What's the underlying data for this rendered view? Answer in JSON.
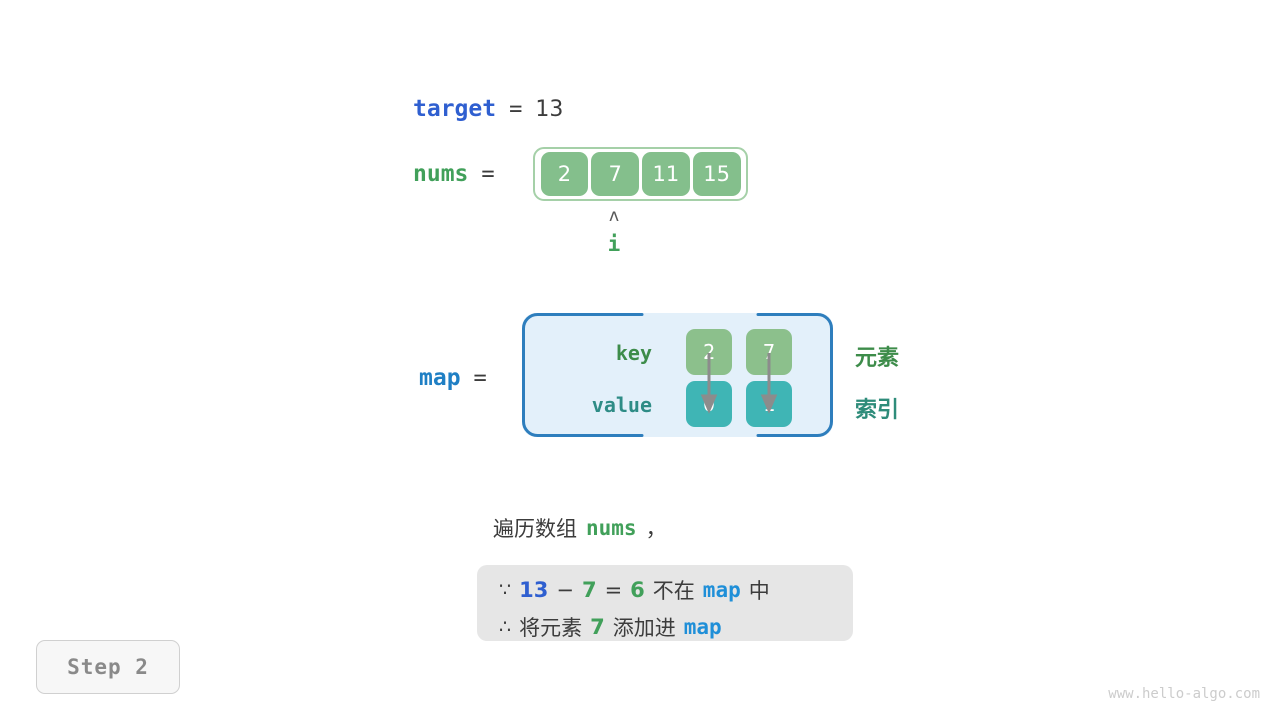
{
  "target": {
    "label": "target",
    "equals": "=",
    "value": "13"
  },
  "nums": {
    "label": "nums",
    "equals": "=",
    "cells": [
      "2",
      "7",
      "11",
      "15"
    ],
    "pointer": {
      "caret": "ʌ",
      "name": "i",
      "index": 1
    }
  },
  "map": {
    "label": "map",
    "equals": "=",
    "key_label": "key",
    "value_label": "value",
    "keys": [
      "2",
      "7"
    ],
    "values": [
      "0",
      "1"
    ],
    "annotation_key": "元素",
    "annotation_value": "索引"
  },
  "caption": {
    "prefix": "遍历数组",
    "code": "nums",
    "suffix": "，"
  },
  "explanation": {
    "line1": {
      "symbol": "∵",
      "a": "13",
      "minus": "−",
      "b": "7",
      "eq": "=",
      "c": "6",
      "text1": "不在",
      "code": "map",
      "text2": "中"
    },
    "line2": {
      "symbol": "∴",
      "text1": "将元素",
      "value": "7",
      "text2": "添加进",
      "code": "map"
    }
  },
  "step": {
    "label": "Step 2"
  },
  "watermark": {
    "text": "www.hello-algo.com"
  },
  "colors": {
    "target_blue": "#2f5fd0",
    "nums_green": "#41a05a",
    "map_blue": "#1f7fc4",
    "array_cell": "#84bf8c",
    "array_border": "#a5d0a8",
    "map_bg": "#e3f0fa",
    "map_border": "#2e7ebd",
    "key_cell": "#8cc08c",
    "value_cell": "#3fb5b5",
    "explain_bg": "#e6e6e6",
    "arrow_gray": "#8c8c8c"
  }
}
